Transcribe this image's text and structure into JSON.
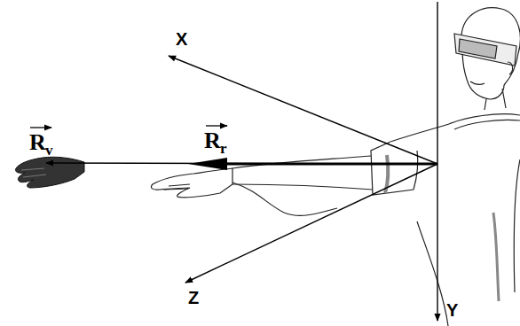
{
  "diagram": {
    "labels": [
      "X",
      "R",
      "v",
      "R",
      "r",
      "Z",
      "Y"
    ]
  }
}
